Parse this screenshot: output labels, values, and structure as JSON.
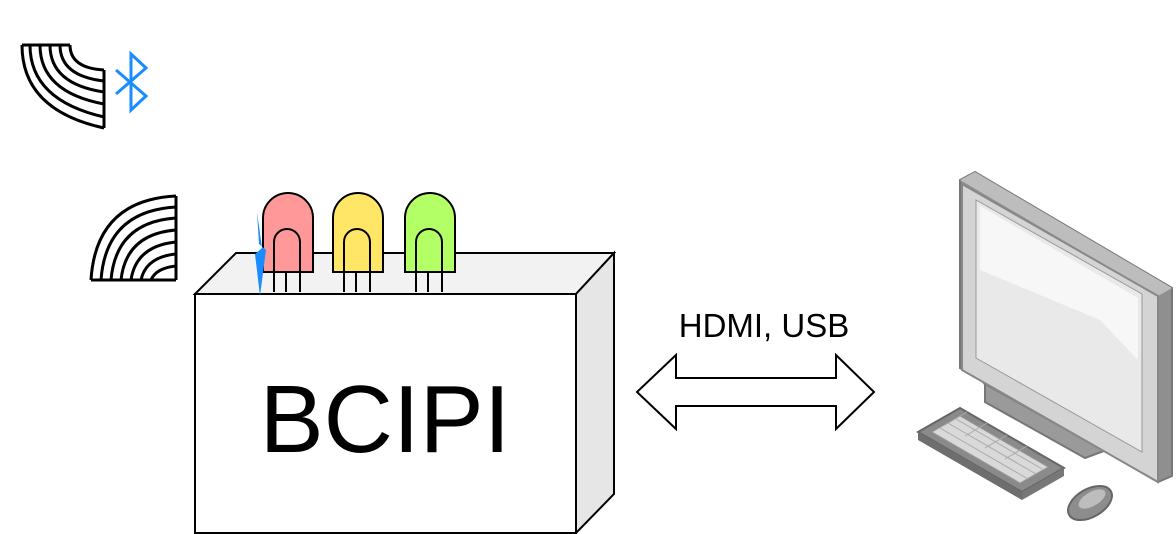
{
  "diagram": {
    "device": {
      "label": "BCIPI",
      "leds": [
        {
          "name": "red",
          "color": "#ff9999"
        },
        {
          "name": "yellow",
          "color": "#ffe667"
        },
        {
          "name": "green",
          "color": "#b3ff66"
        }
      ],
      "front_color": "#ffffff",
      "top_color": "#f2f2f2",
      "side_color": "#e6e6e6"
    },
    "connection": {
      "label": "HDMI, USB",
      "arrow": "double-headed"
    },
    "icons": {
      "wireless_bluetooth": "wireless-bluetooth-icon",
      "wireless_signal": "wireless-signal-icon",
      "bluetooth_color": "#1a8cff",
      "computer": "desktop-computer-icon"
    }
  }
}
